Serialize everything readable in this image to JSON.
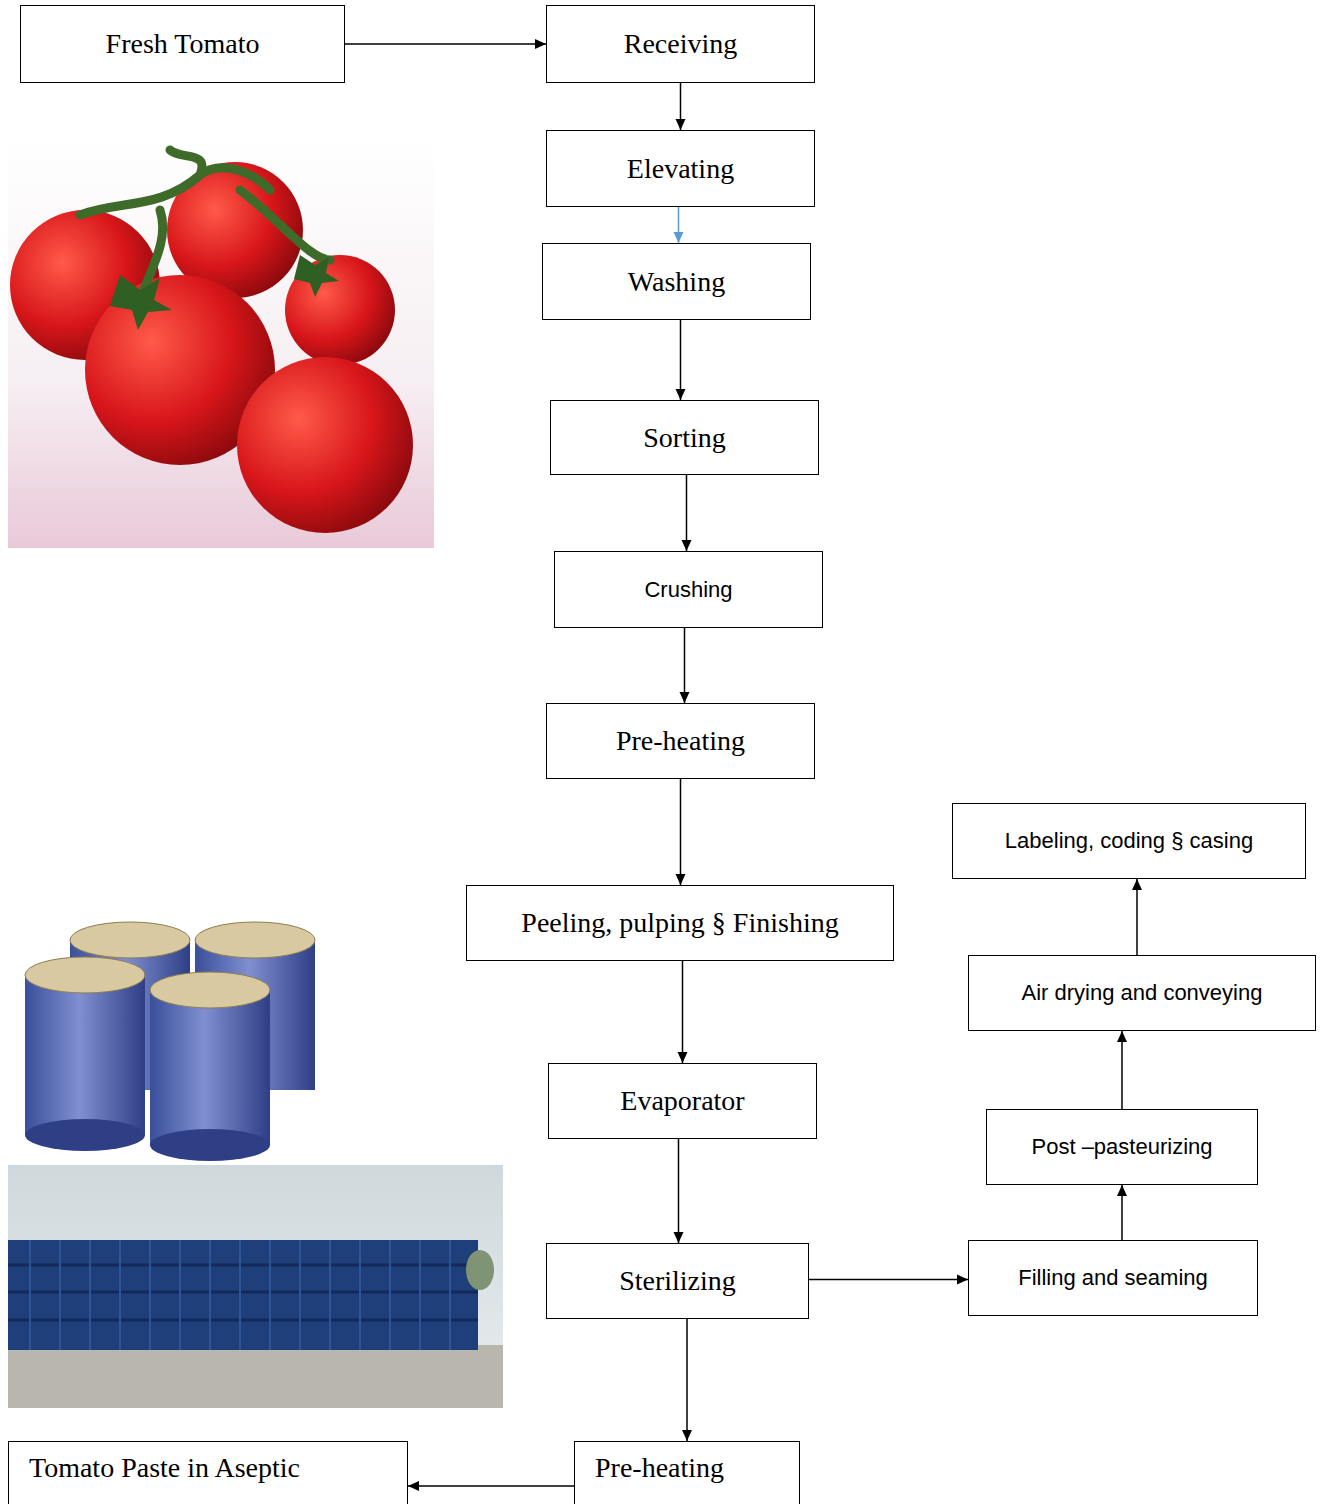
{
  "diagram": {
    "nodes": [
      {
        "text": [
          "Fresh Tomato"
        ]
      },
      {
        "text": [
          "Receiving"
        ]
      },
      {
        "text": [
          "Elevating"
        ]
      },
      {
        "text": [
          "Washing"
        ]
      },
      {
        "text": [
          "Sorting"
        ]
      },
      {
        "text": [
          "Crushing"
        ]
      },
      {
        "text": [
          "Pre-heating"
        ]
      },
      {
        "text": [
          "Peeling, pulping § Finishing"
        ]
      },
      {
        "text": [
          "Evaporator"
        ]
      },
      {
        "text": [
          "Sterilizing"
        ]
      },
      {
        "text": [
          "Filling and seaming"
        ]
      },
      {
        "text": [
          "Post –pasteurizing"
        ]
      },
      {
        "text": [
          "Air drying and conveying"
        ]
      },
      {
        "text": [
          "Labeling, coding § casing"
        ]
      },
      {
        "text": [
          "Pre-heating"
        ]
      },
      {
        "text": [
          "Tomato Paste in Aseptic"
        ]
      }
    ],
    "edges": [
      {
        "from": 0,
        "to": 1,
        "arrow": "to"
      },
      {
        "from": 1,
        "to": 2,
        "arrow": "to"
      },
      {
        "from": 2,
        "to": 3,
        "arrow": "to"
      },
      {
        "from": 3,
        "to": 4,
        "arrow": "to"
      },
      {
        "from": 4,
        "to": 5,
        "arrow": "to"
      },
      {
        "from": 5,
        "to": 6,
        "arrow": "to"
      },
      {
        "from": 6,
        "to": 7,
        "arrow": "to"
      },
      {
        "from": 7,
        "to": 8,
        "arrow": "to"
      },
      {
        "from": 8,
        "to": 9,
        "arrow": "to"
      },
      {
        "from": 9,
        "to": 10,
        "arrow": "to"
      },
      {
        "from": 10,
        "to": 11,
        "arrow": "to"
      },
      {
        "from": 11,
        "to": 12,
        "arrow": "to"
      },
      {
        "from": 12,
        "to": 13,
        "arrow": "to"
      },
      {
        "from": 9,
        "to": 14,
        "arrow": "to"
      },
      {
        "from": 14,
        "to": 15,
        "arrow": "to"
      }
    ]
  }
}
